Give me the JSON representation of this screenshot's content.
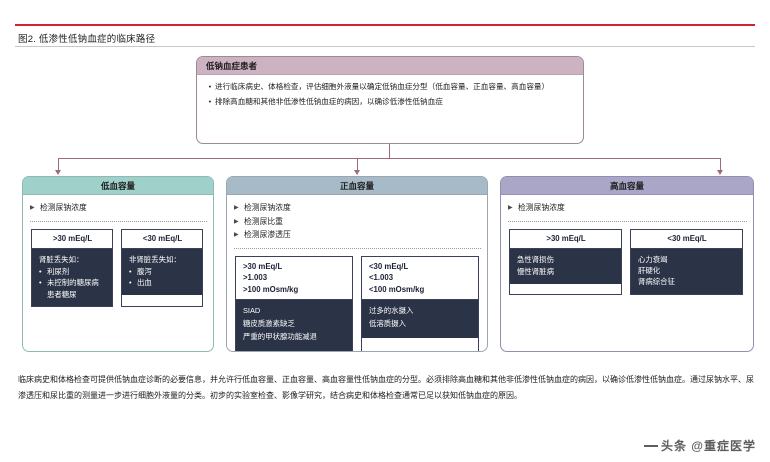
{
  "figure": {
    "title": "图2. 低渗性低钠血症的临床路径",
    "accent_red": "#cf2233"
  },
  "top_box": {
    "header": "低钠血症患者",
    "header_color": "#cdb3c2",
    "bullets": [
      "进行临床病史、体格检查，评估细胞外液量以确定低钠血症分型（低血容量、正血容量、高血容量）",
      "排除高血糖和其他非低渗性低钠血症的病因，以确诊低渗性低钠血症"
    ],
    "bullet_marker": "•"
  },
  "columns": [
    {
      "id": "hypovolemia",
      "header": "低血容量",
      "header_color": "#9fd0c9",
      "tests": [
        "检测尿钠浓度"
      ],
      "results": [
        {
          "threshold": ">30 mEq/L",
          "body_title": "肾脏丢失如：",
          "items": [
            "利尿剂",
            "未控制的糖尿病患者糖尿"
          ]
        },
        {
          "threshold": "<30 mEq/L",
          "body_title": "非肾脏丢失如：",
          "items": [
            "腹泻",
            "出血"
          ]
        }
      ]
    },
    {
      "id": "euvolemia",
      "header": "正血容量",
      "header_color": "#a7bac7",
      "tests": [
        "检测尿钠浓度",
        "检测尿比重",
        "检测尿渗透压"
      ],
      "results": [
        {
          "threshold": ">30 mEq/L\n>1.003\n>100 mOsm/kg",
          "threshold_lines": [
            ">30 mEq/L",
            ">1.003",
            ">100 mOsm/kg"
          ],
          "causes": [
            "SIAD",
            "糖皮质激素缺乏",
            "严重的甲状腺功能减退"
          ]
        },
        {
          "threshold": "<30 mEq/L\n<1.003\n<100 mOsm/kg",
          "threshold_lines": [
            "<30 mEq/L",
            "<1.003",
            "<100 mOsm/kg"
          ],
          "causes": [
            "过多的水摄入",
            "低溶质摄入"
          ]
        }
      ]
    },
    {
      "id": "hypervolemia",
      "header": "高血容量",
      "header_color": "#a9a6c8",
      "tests": [
        "检测尿钠浓度"
      ],
      "results": [
        {
          "threshold": ">30 mEq/L",
          "causes": [
            "急性肾损伤",
            "慢性肾脏病"
          ]
        },
        {
          "threshold": "<30 mEq/L",
          "causes": [
            "心力衰竭",
            "肝硬化",
            "肾病综合征"
          ]
        }
      ]
    }
  ],
  "footer": {
    "text": "临床病史和体格检查可提供低钠血症诊断的必要信息，并允许行低血容量、正血容量、高血容量性低钠血症的分型。必须排除高血糖和其他非低渗性低钠血症的病因，以确诊低渗性低钠血症。通过尿钠水平、尿渗透压和尿比重的测量进一步进行细胞外液量的分类。初步的实验室检查、影像学研究，结合病史和体格检查通常已足以获知低钠血症的原因。"
  },
  "watermark": {
    "text": "头条 @重症医学"
  }
}
